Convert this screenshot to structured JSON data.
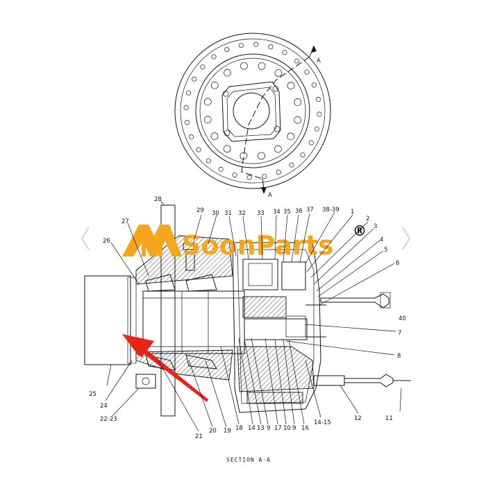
{
  "brand": {
    "name": "SoonParts",
    "mark": "®",
    "color": "#f7a51c"
  },
  "section_marker": "A",
  "caption": "SECTION A-A",
  "callouts": {
    "c28": "28",
    "c29": "29",
    "c30": "30",
    "c31": "31",
    "c32": "32",
    "c33": "33",
    "c34": "34",
    "c35": "35",
    "c36": "36",
    "c37": "37",
    "c3839": "38-39",
    "c1": "1",
    "c2": "2",
    "c3": "3",
    "c4": "4",
    "c5": "5",
    "c6": "6",
    "c27": "27",
    "c26": "26",
    "c40": "40",
    "c7": "7",
    "c8": "8",
    "c25": "25",
    "c24": "24",
    "c2223": "22-23",
    "c21": "21",
    "c20": "20",
    "c19": "19",
    "c18": "18",
    "c14": "14",
    "c13": "13",
    "c9a": "9",
    "c17": "17",
    "c10": "10",
    "c9b": "9",
    "c16": "16",
    "c1415": "14-15",
    "c12": "12",
    "c11": "11"
  },
  "icons": [
    "chevron-left-icon",
    "chevron-right-icon",
    "arrow-icon"
  ]
}
